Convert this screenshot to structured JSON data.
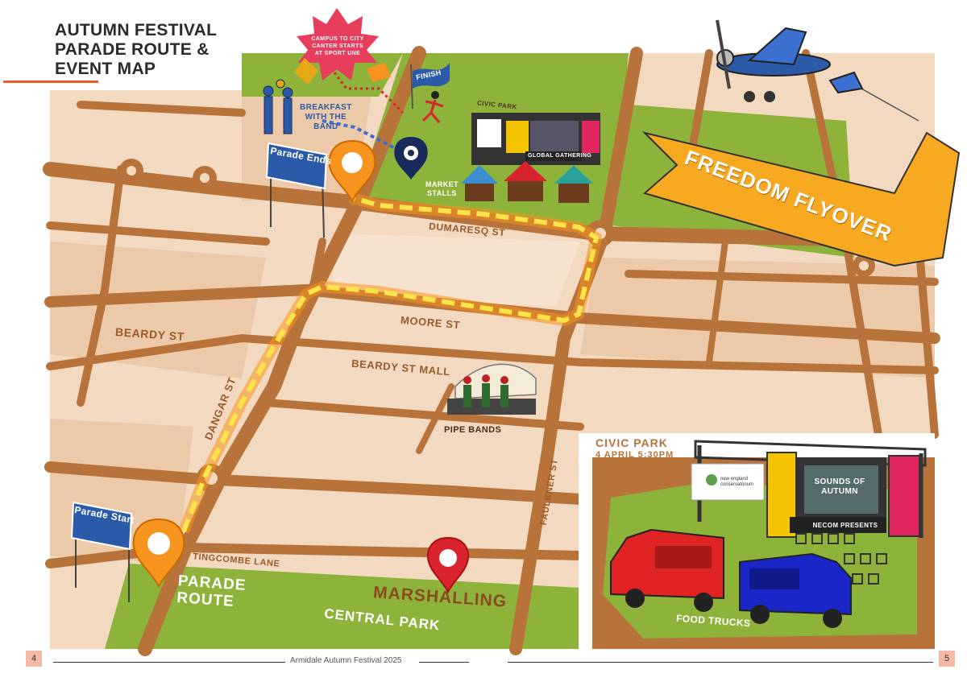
{
  "title": {
    "line1": "AUTUMN FESTIVAL",
    "line2": "PARADE ROUTE &",
    "line3": "EVENT MAP"
  },
  "map": {
    "streets": {
      "dumaresq": "DUMARESQ ST",
      "moore": "MOORE ST",
      "beardy": "BEARDY ST",
      "beardy_mall": "BEARDY ST MALL",
      "dangar": "DANGAR ST",
      "faulkner": "FAULKNER ST",
      "tingcombe": "TINGCOMBE LANE",
      "central_park": "CENTRAL PARK",
      "civic_park": "CIVIC PARK"
    },
    "signs": {
      "parade_ends": "Parade Ends",
      "parade_start": "Parade Start",
      "finish": "FINISH"
    },
    "labels": {
      "breakfast_line1": "BREAKFAST",
      "breakfast_line2": "WITH THE",
      "breakfast_line3": "BAND",
      "market_line1": "MARKET",
      "market_line2": "STALLS",
      "global_gathering": "GLOBAL GATHERING",
      "pipe_bands": "PIPE BANDS",
      "parade_route_line1": "PARADE",
      "parade_route_line2": "ROUTE",
      "marshalling": "MARSHALLING",
      "leaf_line1": "CAMPUS TO CITY",
      "leaf_line2": "CANTER STARTS",
      "leaf_line3": "AT SPORT UNE",
      "flyover": "FREEDOM FLYOVER"
    },
    "colors": {
      "road": "#b8733a",
      "block": "#f2d9bf",
      "park": "#8db33a",
      "route": "#fbe44a",
      "pin_orange": "#f7941d",
      "pin_red": "#d9232e",
      "pin_navy": "#1b2a5c",
      "sign_blue": "#2b5aa8",
      "banner": "#f7a922"
    }
  },
  "inset": {
    "title": "CIVIC PARK",
    "date": "4 APRIL 5:30PM",
    "stage_line1": "SOUNDS OF",
    "stage_line2": "AUTUMN",
    "necom": "NECOM PRESENTS",
    "conservatorium_line1": "new england",
    "conservatorium_line2": "conservatorium",
    "food_trucks": "FOOD TRUCKS"
  },
  "footer": {
    "page_left": "4",
    "page_right": "5",
    "publication": "Armidale Autumn Festival 2025"
  }
}
